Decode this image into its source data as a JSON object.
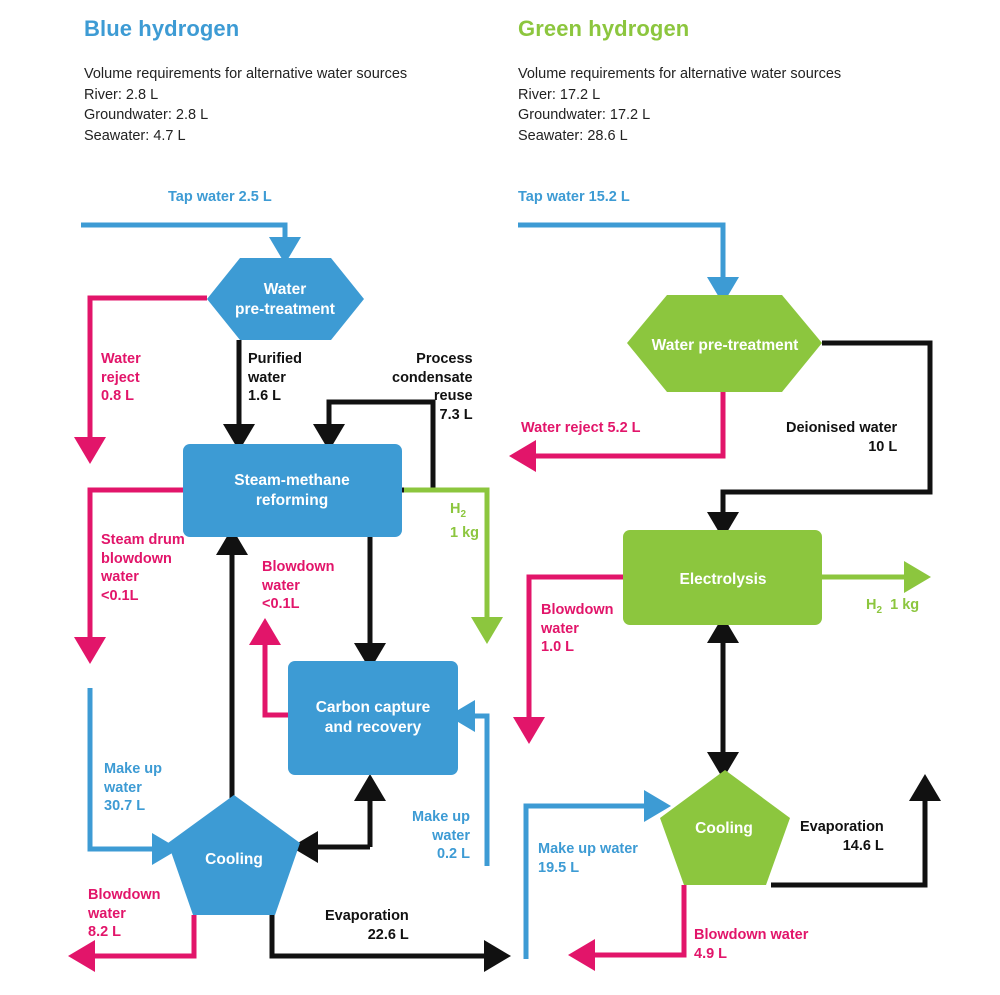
{
  "panels": {
    "blue": {
      "title": "Blue hydrogen",
      "color": "#3d9bd4",
      "summary_heading": "Volume requirements for alternative water sources",
      "sources": [
        {
          "label": "River",
          "value": "2.8 L"
        },
        {
          "label": "Groundwater",
          "value": "2.8 L"
        },
        {
          "label": "Seawater",
          "value": "4.7 L"
        }
      ],
      "summary_text": "Volume requirements for alternative water sources\nRiver: 2.8 L\nGroundwater: 2.8 L\nSeawater: 4.7 L",
      "nodes": {
        "pretreatment_line1": "Water",
        "pretreatment_line2": "pre-treatment",
        "smr_line1": "Steam-methane",
        "smr_line2": "reforming",
        "ccr_line1": "Carbon capture",
        "ccr_line2": "and recovery",
        "cooling": "Cooling"
      },
      "flows": {
        "tap_water": "Tap water 2.5 L",
        "water_reject": "Water\nreject\n0.8 L",
        "purified_water": "Purified\nwater\n1.6 L",
        "process_condensate": "Process\ncondensate\nreuse\n7.3 L",
        "h2_sub": "H",
        "h2_num": "2",
        "h2_mass": "1 kg",
        "steam_drum_blowdown": "Steam drum\nblowdown\nwater\n<0.1L",
        "blowdown_smr": "Blowdown\nwater\n<0.1L",
        "make_up_cooling": "Make up\nwater\n30.7 L",
        "make_up_ccr": "Make up\nwater\n0.2 L",
        "blowdown_cooling": "Blowdown\nwater\n8.2 L",
        "evaporation": "Evaporation\n22.6 L"
      }
    },
    "green": {
      "title": "Green hydrogen",
      "color": "#8cc63e",
      "summary_heading": "Volume requirements for alternative water sources",
      "sources": [
        {
          "label": "River",
          "value": "17.2 L"
        },
        {
          "label": "Groundwater",
          "value": "17.2 L"
        },
        {
          "label": "Seawater",
          "value": "28.6 L"
        }
      ],
      "summary_text": "Volume requirements for alternative water sources\nRiver: 17.2 L\nGroundwater: 17.2 L\nSeawater: 28.6 L",
      "nodes": {
        "pretreatment": "Water pre-treatment",
        "electrolysis": "Electrolysis",
        "cooling": "Cooling"
      },
      "flows": {
        "tap_water": "Tap water 15.2 L",
        "water_reject": "Water reject 5.2 L",
        "deionised_water": "Deionised water\n10 L",
        "h2_sub": "H",
        "h2_num": "2",
        "h2_mass": "1 kg",
        "blowdown_electrolysis": "Blowdown\nwater\n1.0 L",
        "make_up_cooling": "Make up water\n19.5 L",
        "evaporation": "Evaporation\n14.6 L",
        "blowdown_cooling": "Blowdown water\n4.9 L"
      }
    }
  },
  "palette": {
    "blue": "#3d9bd4",
    "green": "#8cc63e",
    "pink": "#e2156a",
    "black": "#111111",
    "white": "#ffffff"
  },
  "chart_data": {
    "type": "diagram",
    "title": "Water requirements for blue and green hydrogen production per 1 kg H2",
    "diagrams": [
      {
        "name": "Blue hydrogen",
        "color": "#3d9bd4",
        "alternative_sources": {
          "River": 2.8,
          "Groundwater": 2.8,
          "Seawater": 4.7,
          "unit": "L"
        },
        "streams": [
          {
            "from": "source",
            "to": "Water pre-treatment",
            "label": "Tap water",
            "value": 2.5,
            "unit": "L",
            "color": "blue"
          },
          {
            "from": "Water pre-treatment",
            "to": "out",
            "label": "Water reject",
            "value": 0.8,
            "unit": "L",
            "color": "pink"
          },
          {
            "from": "Water pre-treatment",
            "to": "Steam-methane reforming",
            "label": "Purified water",
            "value": 1.6,
            "unit": "L",
            "color": "black"
          },
          {
            "from": "Steam-methane reforming",
            "to": "Steam-methane reforming",
            "label": "Process condensate reuse",
            "value": 7.3,
            "unit": "L",
            "color": "black"
          },
          {
            "from": "Steam-methane reforming",
            "to": "out",
            "label": "H2",
            "value": 1,
            "unit": "kg",
            "color": "green"
          },
          {
            "from": "Steam-methane reforming",
            "to": "out",
            "label": "Steam drum blowdown water",
            "value": 0.1,
            "comparator": "<",
            "unit": "L",
            "color": "pink"
          },
          {
            "from": "Carbon capture and recovery",
            "to": "out",
            "label": "Blowdown water",
            "value": 0.1,
            "comparator": "<",
            "unit": "L",
            "color": "pink"
          },
          {
            "from": "Steam-methane reforming",
            "to": "Carbon capture and recovery",
            "label": "",
            "value": null,
            "unit": "",
            "color": "black"
          },
          {
            "from": "source",
            "to": "Cooling",
            "label": "Make up water",
            "value": 30.7,
            "unit": "L",
            "color": "blue"
          },
          {
            "from": "source",
            "to": "Carbon capture and recovery",
            "label": "Make up water",
            "value": 0.2,
            "unit": "L",
            "color": "blue"
          },
          {
            "from": "Cooling",
            "to": "out",
            "label": "Blowdown water",
            "value": 8.2,
            "unit": "L",
            "color": "pink"
          },
          {
            "from": "Cooling",
            "to": "out",
            "label": "Evaporation",
            "value": 22.6,
            "unit": "L",
            "color": "black"
          }
        ],
        "nodes": [
          "Water pre-treatment",
          "Steam-methane reforming",
          "Carbon capture and recovery",
          "Cooling"
        ]
      },
      {
        "name": "Green hydrogen",
        "color": "#8cc63e",
        "alternative_sources": {
          "River": 17.2,
          "Groundwater": 17.2,
          "Seawater": 28.6,
          "unit": "L"
        },
        "streams": [
          {
            "from": "source",
            "to": "Water pre-treatment",
            "label": "Tap water",
            "value": 15.2,
            "unit": "L",
            "color": "blue"
          },
          {
            "from": "Water pre-treatment",
            "to": "out",
            "label": "Water reject",
            "value": 5.2,
            "unit": "L",
            "color": "pink"
          },
          {
            "from": "Water pre-treatment",
            "to": "Electrolysis",
            "label": "Deionised water",
            "value": 10,
            "unit": "L",
            "color": "black"
          },
          {
            "from": "Electrolysis",
            "to": "out",
            "label": "H2",
            "value": 1,
            "unit": "kg",
            "color": "green"
          },
          {
            "from": "Electrolysis",
            "to": "out",
            "label": "Blowdown water",
            "value": 1.0,
            "unit": "L",
            "color": "pink"
          },
          {
            "from": "Cooling",
            "to": "Electrolysis",
            "label": "",
            "value": null,
            "unit": "",
            "color": "black"
          },
          {
            "from": "source",
            "to": "Cooling",
            "label": "Make up water",
            "value": 19.5,
            "unit": "L",
            "color": "blue"
          },
          {
            "from": "Cooling",
            "to": "out",
            "label": "Evaporation",
            "value": 14.6,
            "unit": "L",
            "color": "black"
          },
          {
            "from": "Cooling",
            "to": "out",
            "label": "Blowdown water",
            "value": 4.9,
            "unit": "L",
            "color": "pink"
          }
        ],
        "nodes": [
          "Water pre-treatment",
          "Electrolysis",
          "Cooling"
        ]
      }
    ]
  }
}
